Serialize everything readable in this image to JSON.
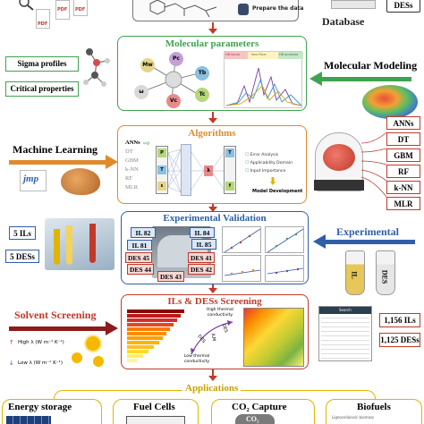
{
  "top": {
    "prepare_label": "Prepare the data",
    "database_label": "Database",
    "des_tag": "DESs",
    "pdf_label": "PDF"
  },
  "molecular_parameters": {
    "title": "Molecular parameters",
    "left_boxes": [
      "Sigma profiles",
      "Critical properties"
    ],
    "side_label": "Molecular Modeling",
    "node_labels": [
      "Mw",
      "Pc",
      "Tb",
      "Tc",
      "Vc",
      "ω"
    ],
    "spectrum_labels": [
      "HB donor",
      "Non-Polar",
      "HB acceptor"
    ]
  },
  "algorithms": {
    "title": "Algorithms",
    "side_label": "Machine Learning",
    "logo_text": "jmp",
    "models_list": [
      "ANNs",
      "DT",
      "GBM",
      "k-NN",
      "RF",
      "MLR"
    ],
    "right_boxes": [
      "ANNs",
      "DT",
      "GBM",
      "RF",
      "k-NN",
      "MLR"
    ],
    "network_labels": [
      "P",
      "T",
      "ε",
      "T",
      "f",
      "λ"
    ],
    "checks": [
      "Error Analysis",
      "Applicability Domain",
      "Input Importance"
    ],
    "dev_label": "Model Development"
  },
  "experimental": {
    "title": "Experimental Validation",
    "side_label": "Experimental",
    "left_boxes": [
      "5 ILs",
      "5 DESs"
    ],
    "il_tags": [
      "IL 82",
      "IL 81",
      "IL 84",
      "IL 85"
    ],
    "des_tags": [
      "DES 45",
      "DES 44",
      "DES 43",
      "DES 41",
      "DES 42"
    ],
    "vial_labels": [
      "IL",
      "DES"
    ]
  },
  "screening": {
    "title": "ILs & DESs Screening",
    "side_label": "Solvent Screening",
    "high_label": "High λ (W m⁻¹ K⁻¹)",
    "low_label": "Low λ (W m⁻¹ K⁻¹)",
    "high_tc": "High thermal conductivity",
    "low_tc": "Low thermal conductivity",
    "axis_des": "DES",
    "axis_ilm": "ILM",
    "axis_des2": "DES",
    "search_label": "Search",
    "right_boxes": [
      "1,156 ILs",
      "1,125 DESs"
    ]
  },
  "applications": {
    "title": "Applications",
    "items": [
      "Energy storage",
      "Fuel Cells",
      "CO₂ Capture",
      "Biofuels"
    ],
    "co2_bubble": "CO₂",
    "biofuel_caption": "Lignocellulosic biomass"
  },
  "colors": {
    "green": "#3fa34d",
    "red": "#c0392b",
    "blue": "#2e5fa8",
    "orange": "#e08a2c",
    "yellow": "#e0b400"
  }
}
